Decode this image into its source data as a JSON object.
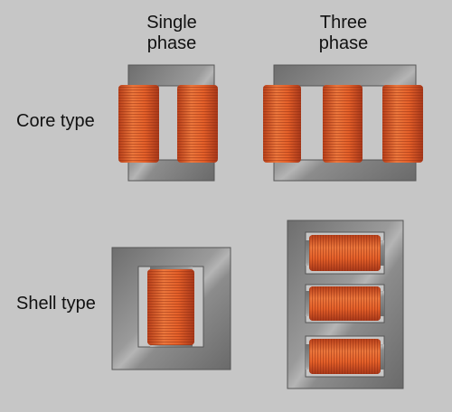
{
  "columns": {
    "single": [
      "Single",
      "phase"
    ],
    "three": [
      "Three",
      "phase"
    ]
  },
  "rows": {
    "core": "Core type",
    "shell": "Shell type"
  },
  "colors": {
    "background": "#c6c6c6",
    "core_steel": "#8a8a8a",
    "winding": "#e8622a",
    "winding_dark": "#b9401a"
  }
}
